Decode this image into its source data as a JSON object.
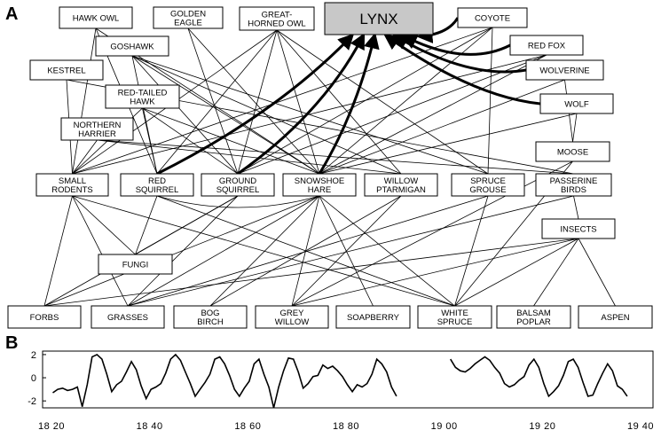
{
  "panels": {
    "a": "A",
    "b": "B"
  },
  "colors": {
    "lynx_fill": "#c8c8c8",
    "ink": "#000000"
  },
  "nodes": [
    {
      "id": "lynx",
      "lines": [
        "LYNX"
      ]
    },
    {
      "id": "hawk_owl",
      "lines": [
        "HAWK OWL"
      ]
    },
    {
      "id": "golden_eagle",
      "lines": [
        "GOLDEN",
        "EAGLE"
      ]
    },
    {
      "id": "great_horned_owl",
      "lines": [
        "GREAT-",
        "HORNED OWL"
      ]
    },
    {
      "id": "coyote",
      "lines": [
        "COYOTE"
      ]
    },
    {
      "id": "goshawk",
      "lines": [
        "GOSHAWK"
      ]
    },
    {
      "id": "red_fox",
      "lines": [
        "RED FOX"
      ]
    },
    {
      "id": "kestrel",
      "lines": [
        "KESTREL"
      ]
    },
    {
      "id": "wolverine",
      "lines": [
        "WOLVERINE"
      ]
    },
    {
      "id": "red_tailed_hawk",
      "lines": [
        "RED-TAILED",
        "HAWK"
      ]
    },
    {
      "id": "wolf",
      "lines": [
        "WOLF"
      ]
    },
    {
      "id": "northern_harrier",
      "lines": [
        "NORTHERN",
        "HARRIER"
      ]
    },
    {
      "id": "moose",
      "lines": [
        "MOOSE"
      ]
    },
    {
      "id": "small_rodents",
      "lines": [
        "SMALL",
        "RODENTS"
      ]
    },
    {
      "id": "red_squirrel",
      "lines": [
        "RED",
        "SQUIRREL"
      ]
    },
    {
      "id": "ground_squirrel",
      "lines": [
        "GROUND",
        "SQUIRREL"
      ]
    },
    {
      "id": "snowshoe_hare",
      "lines": [
        "SNOWSHOE",
        "HARE"
      ]
    },
    {
      "id": "willow_ptarmigan",
      "lines": [
        "WILLOW",
        "PTARMIGAN"
      ]
    },
    {
      "id": "spruce_grouse",
      "lines": [
        "SPRUCE",
        "GROUSE"
      ]
    },
    {
      "id": "passerine_birds",
      "lines": [
        "PASSERINE",
        "BIRDS"
      ]
    },
    {
      "id": "insects",
      "lines": [
        "INSECTS"
      ]
    },
    {
      "id": "fungi",
      "lines": [
        "FUNGI"
      ]
    },
    {
      "id": "forbs",
      "lines": [
        "FORBS"
      ]
    },
    {
      "id": "grasses",
      "lines": [
        "GRASSES"
      ]
    },
    {
      "id": "bog_birch",
      "lines": [
        "BOG",
        "BIRCH"
      ]
    },
    {
      "id": "grey_willow",
      "lines": [
        "GREY",
        "WILLOW"
      ]
    },
    {
      "id": "soapberry",
      "lines": [
        "SOAPBERRY"
      ]
    },
    {
      "id": "white_spruce",
      "lines": [
        "WHITE",
        "SPRUCE"
      ]
    },
    {
      "id": "balsam_poplar",
      "lines": [
        "BALSAM",
        "POPLAR"
      ]
    },
    {
      "id": "aspen",
      "lines": [
        "ASPEN"
      ]
    }
  ],
  "thick_edges": [
    [
      "red_squirrel",
      "lynx"
    ],
    [
      "ground_squirrel",
      "lynx"
    ],
    [
      "snowshoe_hare",
      "lynx"
    ],
    [
      "coyote",
      "lynx"
    ],
    [
      "red_fox",
      "lynx"
    ],
    [
      "wolverine",
      "lynx"
    ],
    [
      "wolf",
      "lynx"
    ]
  ],
  "thin_edges": [
    [
      "hawk_owl",
      "small_rodents"
    ],
    [
      "hawk_owl",
      "red_squirrel"
    ],
    [
      "hawk_owl",
      "snowshoe_hare"
    ],
    [
      "golden_eagle",
      "ground_squirrel"
    ],
    [
      "golden_eagle",
      "snowshoe_hare"
    ],
    [
      "great_horned_owl",
      "small_rodents"
    ],
    [
      "great_horned_owl",
      "red_squirrel"
    ],
    [
      "great_horned_owl",
      "ground_squirrel"
    ],
    [
      "great_horned_owl",
      "snowshoe_hare"
    ],
    [
      "great_horned_owl",
      "willow_ptarmigan"
    ],
    [
      "great_horned_owl",
      "spruce_grouse"
    ],
    [
      "goshawk",
      "red_squirrel"
    ],
    [
      "goshawk",
      "snowshoe_hare"
    ],
    [
      "goshawk",
      "ground_squirrel"
    ],
    [
      "goshawk",
      "spruce_grouse"
    ],
    [
      "goshawk",
      "willow_ptarmigan"
    ],
    [
      "kestrel",
      "small_rodents"
    ],
    [
      "kestrel",
      "passerine_birds"
    ],
    [
      "red_tailed_hawk",
      "ground_squirrel"
    ],
    [
      "red_tailed_hawk",
      "snowshoe_hare"
    ],
    [
      "red_tailed_hawk",
      "small_rodents"
    ],
    [
      "red_tailed_hawk",
      "red_squirrel"
    ],
    [
      "northern_harrier",
      "small_rodents"
    ],
    [
      "northern_harrier",
      "willow_ptarmigan"
    ],
    [
      "northern_harrier",
      "passerine_birds"
    ],
    [
      "coyote",
      "snowshoe_hare"
    ],
    [
      "coyote",
      "small_rodents"
    ],
    [
      "coyote",
      "ground_squirrel"
    ],
    [
      "coyote",
      "spruce_grouse"
    ],
    [
      "red_fox",
      "small_rodents"
    ],
    [
      "red_fox",
      "snowshoe_hare"
    ],
    [
      "red_fox",
      "ground_squirrel"
    ],
    [
      "wolverine",
      "snowshoe_hare"
    ],
    [
      "wolverine",
      "moose"
    ],
    [
      "wolf",
      "moose"
    ],
    [
      "wolf",
      "snowshoe_hare"
    ],
    [
      "moose",
      "grey_willow"
    ],
    [
      "moose",
      "white_spruce"
    ],
    [
      "small_rodents",
      "forbs"
    ],
    [
      "small_rodents",
      "grasses"
    ],
    [
      "small_rodents",
      "fungi"
    ],
    [
      "small_rodents",
      "white_spruce"
    ],
    [
      "red_squirrel",
      "white_spruce"
    ],
    [
      "red_squirrel",
      "fungi"
    ],
    [
      "ground_squirrel",
      "forbs"
    ],
    [
      "ground_squirrel",
      "grasses"
    ],
    [
      "ground_squirrel",
      "fungi"
    ],
    [
      "snowshoe_hare",
      "grasses"
    ],
    [
      "snowshoe_hare",
      "bog_birch"
    ],
    [
      "snowshoe_hare",
      "grey_willow"
    ],
    [
      "snowshoe_hare",
      "soapberry"
    ],
    [
      "snowshoe_hare",
      "white_spruce"
    ],
    [
      "snowshoe_hare",
      "forbs"
    ],
    [
      "willow_ptarmigan",
      "grey_willow"
    ],
    [
      "willow_ptarmigan",
      "bog_birch"
    ],
    [
      "spruce_grouse",
      "white_spruce"
    ],
    [
      "spruce_grouse",
      "grasses"
    ],
    [
      "passerine_birds",
      "insects"
    ],
    [
      "passerine_birds",
      "grasses"
    ],
    [
      "insects",
      "forbs"
    ],
    [
      "insects",
      "aspen"
    ],
    [
      "insects",
      "balsam_poplar"
    ],
    [
      "insects",
      "white_spruce"
    ],
    [
      "insects",
      "grey_willow"
    ]
  ],
  "curved_edges": [
    [
      "red_squirrel",
      "snowshoe_hare"
    ]
  ],
  "chart_data": {
    "type": "line",
    "xlim": [
      1820,
      1940
    ],
    "ylim": [
      -2.6,
      2.3
    ],
    "yticks": [
      2,
      0,
      -2
    ],
    "xticks": [
      1820,
      1840,
      1860,
      1880,
      1900,
      1920,
      1940
    ],
    "xtick_labels": [
      "18 20",
      "18 40",
      "18 60",
      "18 80",
      "19 00",
      "19 20",
      "19 40"
    ],
    "grid": false,
    "series": [
      {
        "segments": [
          {
            "x": [
              1821,
              1822,
              1823,
              1824,
              1825,
              1826,
              1827,
              1828,
              1829,
              1830,
              1831,
              1832,
              1833,
              1834,
              1835,
              1836,
              1837,
              1838,
              1839,
              1840,
              1841,
              1842,
              1843,
              1844,
              1845,
              1846,
              1847,
              1848,
              1849,
              1850,
              1851,
              1852,
              1853,
              1854,
              1855,
              1856,
              1857,
              1858,
              1859,
              1860,
              1861,
              1862,
              1863,
              1864,
              1865,
              1866,
              1867,
              1868,
              1869,
              1870,
              1871,
              1872,
              1873,
              1874,
              1875,
              1876,
              1877,
              1878,
              1879,
              1880,
              1881,
              1882,
              1883,
              1884,
              1885,
              1886,
              1887,
              1888,
              1889,
              1890,
              1891
            ],
            "y": [
              -1.3,
              -1.0,
              -0.9,
              -1.1,
              -1.0,
              -0.8,
              -2.5,
              -0.6,
              1.8,
              2.0,
              1.6,
              0.3,
              -1.2,
              -0.6,
              -0.3,
              0.5,
              1.4,
              0.7,
              -0.7,
              -1.8,
              -1.0,
              -0.8,
              -0.5,
              0.4,
              1.6,
              2.0,
              1.5,
              0.5,
              -0.5,
              -1.6,
              -1.0,
              -0.4,
              0.3,
              1.6,
              1.8,
              1.2,
              0.2,
              -1.0,
              -1.6,
              -0.9,
              -0.3,
              1.2,
              1.6,
              0.3,
              -0.8,
              -2.6,
              -0.8,
              0.6,
              1.7,
              1.6,
              0.5,
              -0.9,
              -0.5,
              0.1,
              0.2,
              1.1,
              0.8,
              1.0,
              0.6,
              0.1,
              -0.6,
              -1.2,
              -0.6,
              -0.8,
              -0.5,
              0.3,
              1.6,
              1.2,
              0.5,
              -0.8,
              -1.6
            ]
          },
          {
            "x": [
              1902,
              1903,
              1904,
              1905,
              1906,
              1907,
              1908,
              1909,
              1910,
              1911,
              1912,
              1913,
              1914,
              1915,
              1916,
              1917,
              1918,
              1919,
              1920,
              1921,
              1922,
              1923,
              1924,
              1925,
              1926,
              1927,
              1928,
              1929,
              1930,
              1931,
              1932,
              1933,
              1934,
              1935,
              1936,
              1937,
              1938
            ],
            "y": [
              1.6,
              0.9,
              0.6,
              0.5,
              0.8,
              1.2,
              1.5,
              1.8,
              1.5,
              0.9,
              0.4,
              -0.5,
              -0.8,
              -0.6,
              -0.2,
              0.1,
              1.1,
              1.6,
              0.9,
              -0.5,
              -1.6,
              -1.2,
              -0.7,
              0.2,
              1.4,
              1.6,
              0.9,
              -0.4,
              -1.6,
              -1.5,
              -0.5,
              0.4,
              1.2,
              0.6,
              -0.7,
              -1.0,
              -1.6
            ]
          }
        ]
      }
    ]
  }
}
